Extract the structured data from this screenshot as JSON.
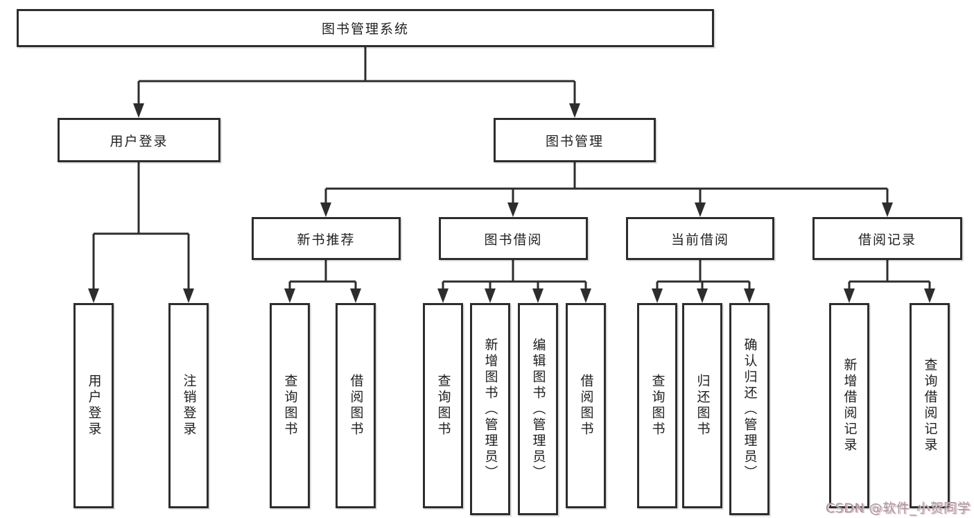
{
  "nodes": {
    "root": "图书管理系统",
    "level2": [
      "用户登录",
      "图书管理"
    ],
    "level3": [
      "新书推荐",
      "图书借阅",
      "当前借阅",
      "借阅记录"
    ],
    "leaves": [
      "用户登录",
      "注销登录",
      "查询图书",
      "借阅图书",
      "查询图书",
      "新增图书（管理员）",
      "编辑图书（管理员）",
      "借阅图书",
      "查询图书",
      "归还图书",
      "确认归还（管理员）",
      "新增借阅记录",
      "查询借阅记录"
    ]
  },
  "watermark": "CSDN @软件_小贺同学",
  "colors": {
    "line": "#2d2d2d",
    "box_background": "#ffffff",
    "text": "#1f1f1f",
    "watermark_gray": "#9ba0a8",
    "watermark_pink": "#f0b3bd"
  }
}
